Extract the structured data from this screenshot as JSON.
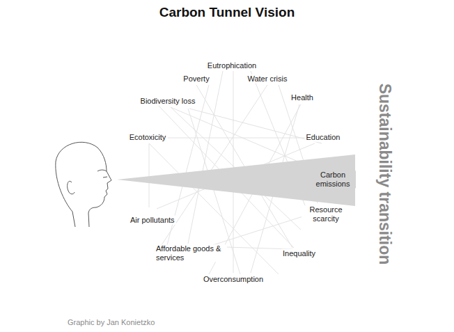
{
  "diagram": {
    "title": "Carbon Tunnel Vision",
    "caption": "Graphic by Jan Konietzko",
    "labels": [
      "Eutrophication",
      "Poverty",
      "Water crisis",
      "Health",
      "Biodiversity loss",
      "Education",
      "Ecotoxicity",
      "Carbon emissions",
      "Resource scarcity",
      "Air pollutants",
      "Affordable goods & services",
      "Inequality",
      "Overconsumption",
      "Sustainability transition"
    ]
  }
}
